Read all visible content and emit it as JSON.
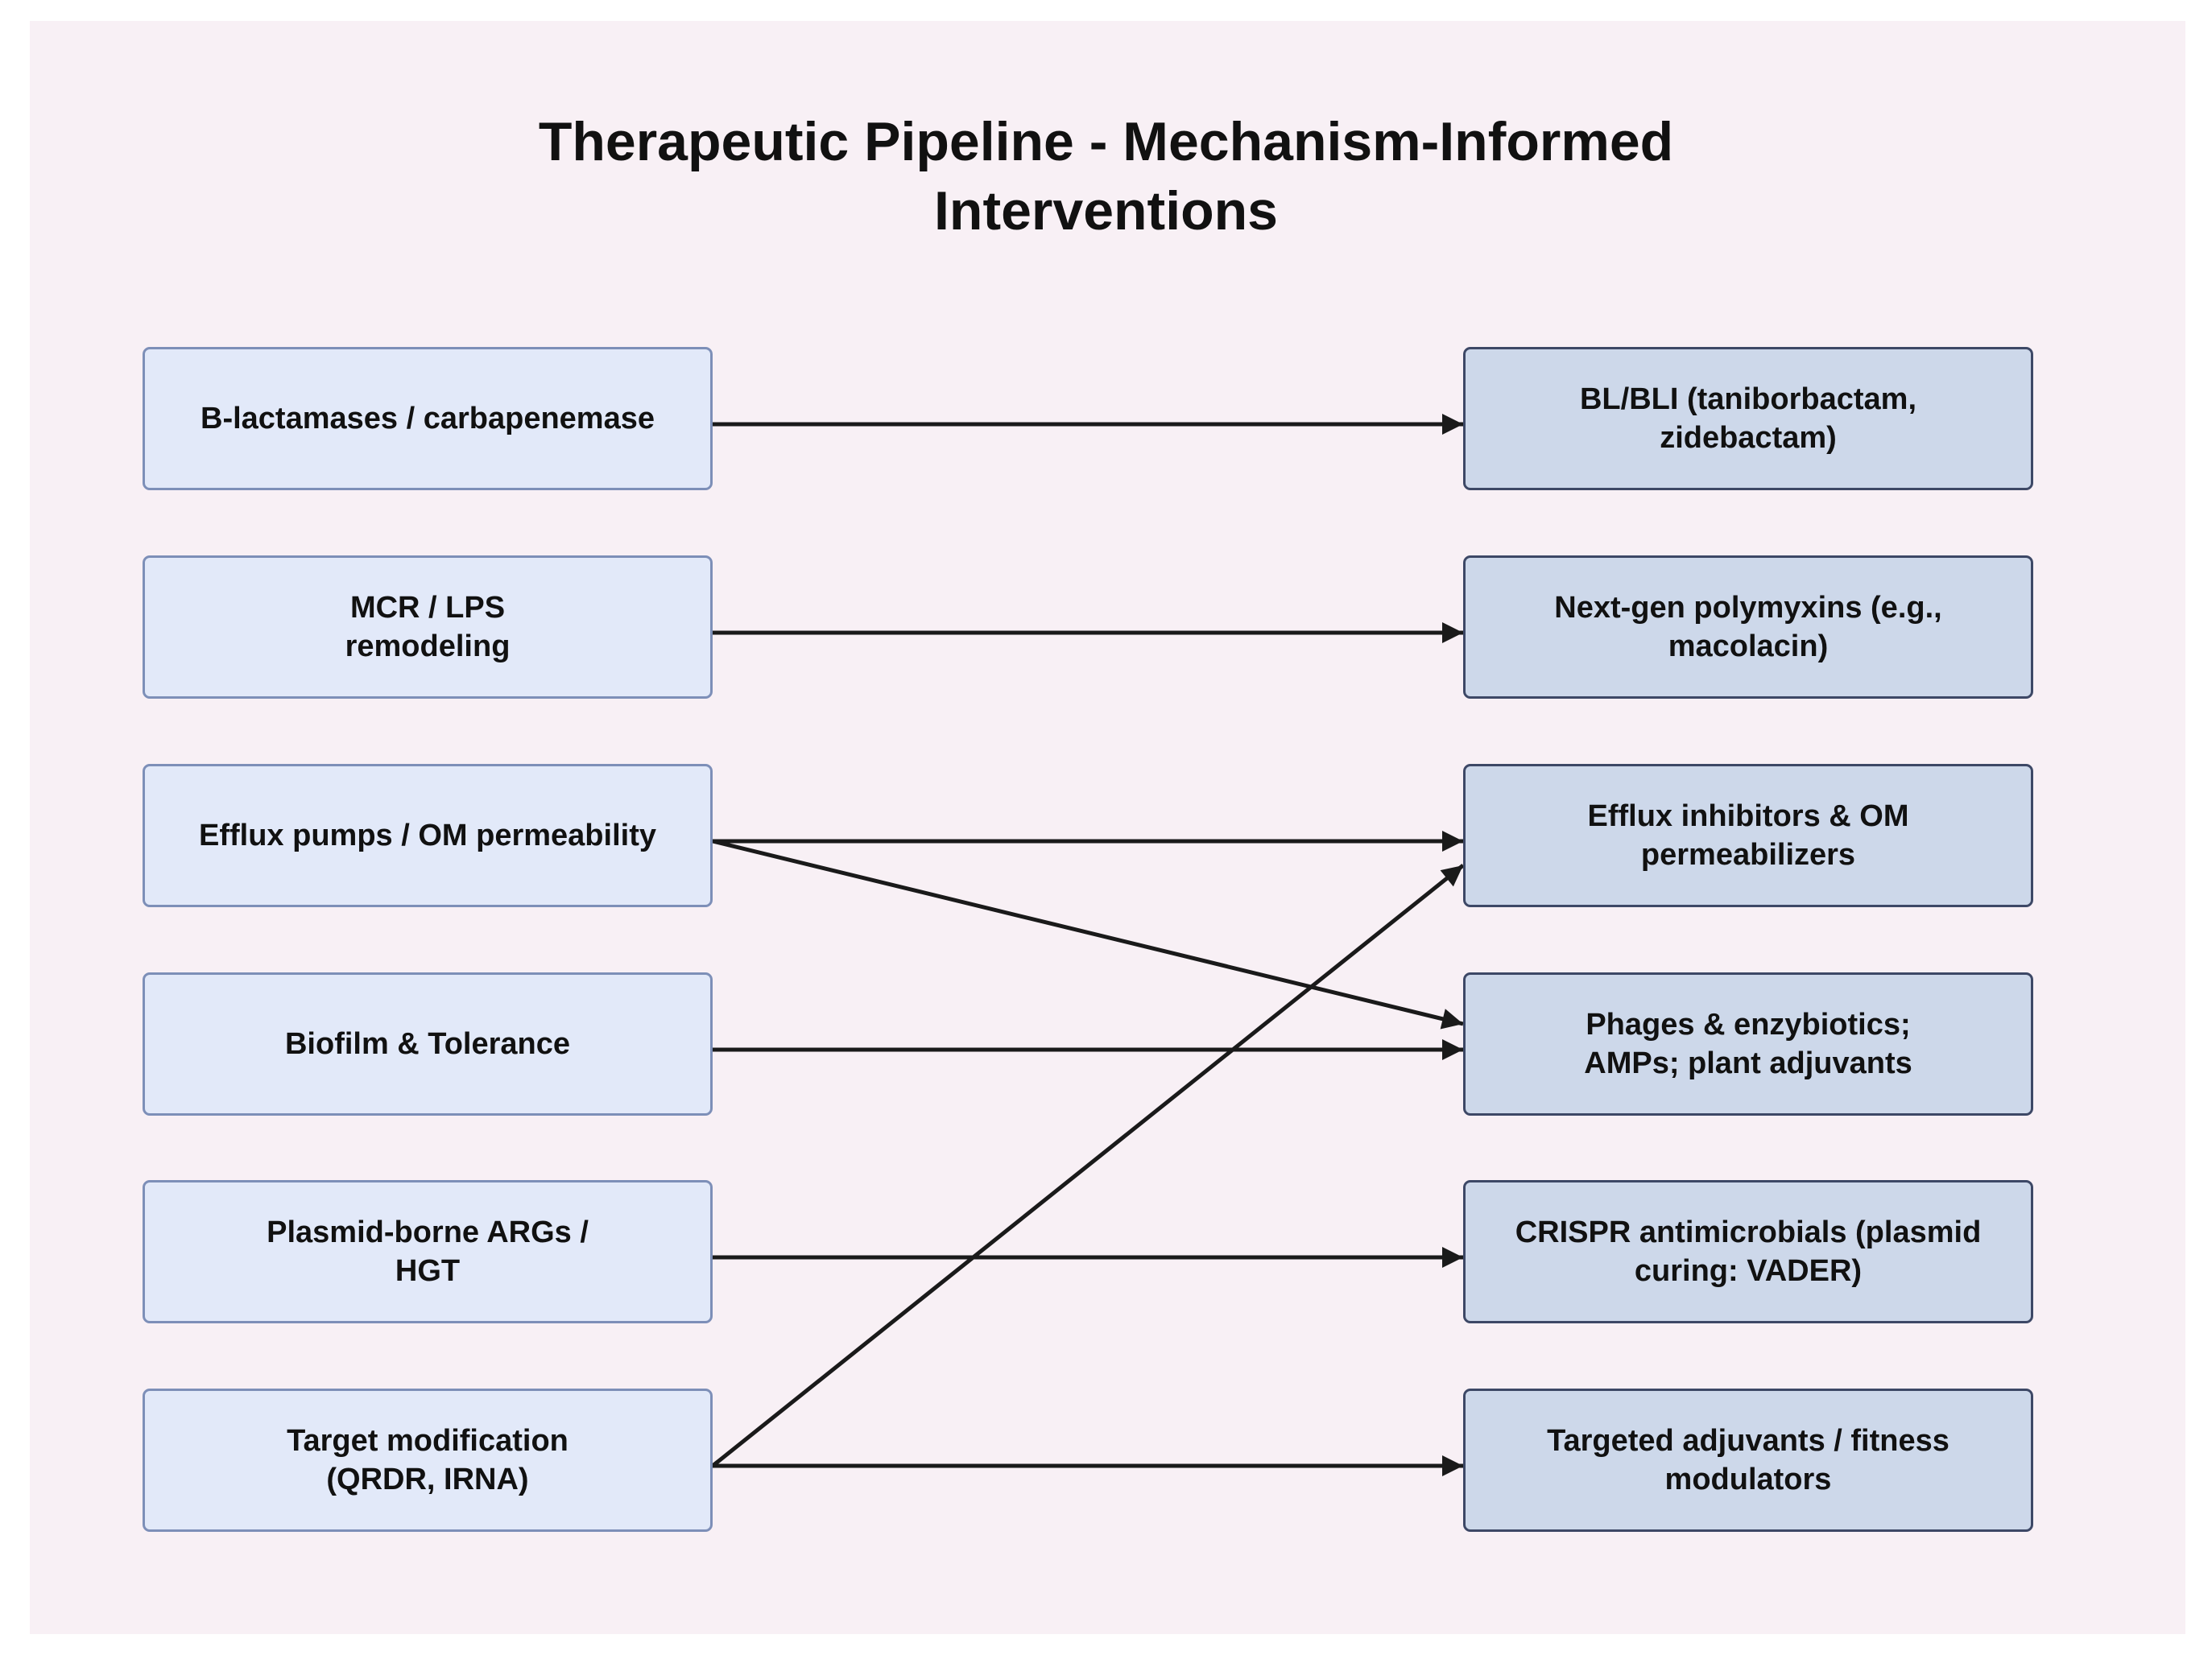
{
  "diagram": {
    "title_lines": [
      "Therapeutic Pipeline - Mechanism-Informed",
      "Interventions"
    ],
    "mechanisms": [
      {
        "id": "m1",
        "lines": [
          "B-lactamases / carbapenemase"
        ]
      },
      {
        "id": "m2",
        "lines": [
          "MCR / LPS",
          "remodeling"
        ]
      },
      {
        "id": "m3",
        "lines": [
          "Efflux pumps / OM permeability"
        ]
      },
      {
        "id": "m4",
        "lines": [
          "Biofilm & Tolerance"
        ]
      },
      {
        "id": "m5",
        "lines": [
          "Plasmid-borne ARGs /",
          "HGT"
        ]
      },
      {
        "id": "m6",
        "lines": [
          "Target modification",
          "(QRDR, IRNA)"
        ]
      }
    ],
    "interventions": [
      {
        "id": "i1",
        "lines": [
          "BL/BLI (taniborbactam,",
          "zidebactam)"
        ]
      },
      {
        "id": "i2",
        "lines": [
          "Next-gen polymyxins (e.g.,",
          "macolacin)"
        ]
      },
      {
        "id": "i3",
        "lines": [
          "Efflux inhibitors & OM",
          "permeabilizers"
        ]
      },
      {
        "id": "i4",
        "lines": [
          "Phages & enzybiotics;",
          "AMPs; plant adjuvants"
        ]
      },
      {
        "id": "i5",
        "lines": [
          "CRISPR antimicrobials (plasmid",
          "curing: VADER)"
        ]
      },
      {
        "id": "i6",
        "lines": [
          "Targeted adjuvants / fitness",
          "modulators"
        ]
      }
    ],
    "edges": [
      {
        "from": "m1",
        "to": "i1"
      },
      {
        "from": "m2",
        "to": "i2"
      },
      {
        "from": "m3",
        "to": "i3"
      },
      {
        "from": "m3",
        "to": "i4"
      },
      {
        "from": "m4",
        "to": "i4"
      },
      {
        "from": "m5",
        "to": "i5"
      },
      {
        "from": "m6",
        "to": "i3"
      },
      {
        "from": "m6",
        "to": "i6"
      }
    ],
    "colors": {
      "background": "#f8f0f5",
      "mechanism_fill": "#e2e9f9",
      "intervention_fill": "#cdd8ea",
      "edge": "#1a1a1a"
    }
  }
}
